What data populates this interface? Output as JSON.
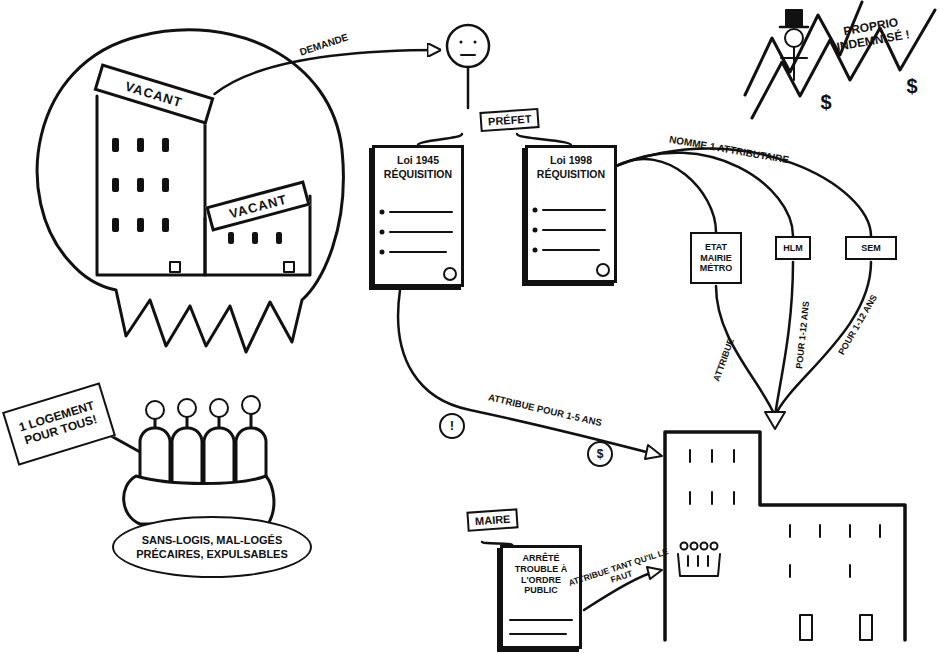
{
  "diagram": {
    "nodes": [
      {
        "text": [
          "VACANT"
        ]
      },
      {
        "text": [
          "VACANT"
        ]
      },
      {
        "text": [
          "1 LOGEMENT POUR TOUS!"
        ]
      },
      {
        "text": [
          "SANS-LOGIS, MAL-LOGÉS PRÉCAIRES, EXPULSABLES"
        ]
      },
      {
        "text": [
          "PRÉFET"
        ]
      },
      {
        "text": [
          "Loi 1945 RÉQUISITION"
        ]
      },
      {
        "text": [
          "Loi 1998 RÉQUISITION"
        ]
      },
      {
        "text": [
          "ETAT MAIRIE MÉTRO"
        ]
      },
      {
        "text": [
          "HLM"
        ]
      },
      {
        "text": [
          "SEM"
        ]
      },
      {
        "text": [
          "MAIRE"
        ]
      },
      {
        "text": [
          "ARRÊTÉ TROUBLE À L'ORDRE PUBLIC"
        ]
      }
    ],
    "edges": [
      {
        "from": 0,
        "to": 4,
        "label": "DEMANDE",
        "arrow": "to"
      },
      {
        "from": 4,
        "to": 5,
        "arrow": "none"
      },
      {
        "from": 4,
        "to": 6,
        "arrow": "none"
      },
      {
        "from": 6,
        "to": 7,
        "arrow": "none"
      },
      {
        "from": 6,
        "to": 8,
        "label": "NOMME 1 ATTRIBUTAIRE",
        "arrow": "none"
      },
      {
        "from": 6,
        "to": 9,
        "arrow": "none"
      },
      {
        "from": 10,
        "to": 11,
        "arrow": "none"
      }
    ],
    "labels": [
      "PROPRIO INDEMNISÉ !",
      "$",
      "$",
      "ATTRIBUE POUR 1-5 ANS",
      "!",
      "$",
      "ATTRIBUE TANT QU'IL LE FAUT",
      "ATTRIBUE",
      "POUR 1-12 ANS",
      "POUR 1-12 ANS"
    ]
  }
}
